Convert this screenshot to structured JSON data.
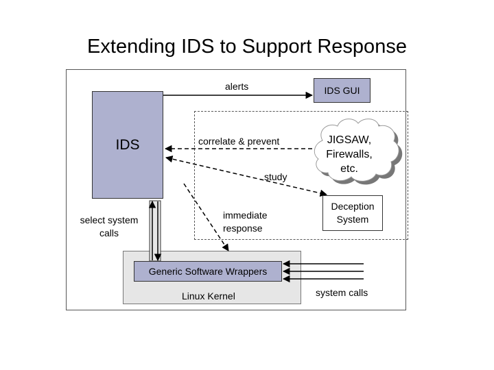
{
  "slide": {
    "title": "Extending IDS to Support Response"
  },
  "nodes": {
    "ids": "IDS",
    "ids_gui": "IDS GUI",
    "cloud": "JIGSAW, Firewalls, etc.",
    "deception": "Deception System",
    "wrappers": "Generic Software Wrappers",
    "kernel": "Linux Kernel"
  },
  "edge_labels": {
    "alerts": "alerts",
    "correlate": "correlate & prevent",
    "study": "study",
    "immediate": "immediate response",
    "select_calls": "select system calls",
    "system_calls": "system calls"
  },
  "colors": {
    "box_fill": "#aeb1cf",
    "kernel_fill": "#e6e6e6"
  }
}
